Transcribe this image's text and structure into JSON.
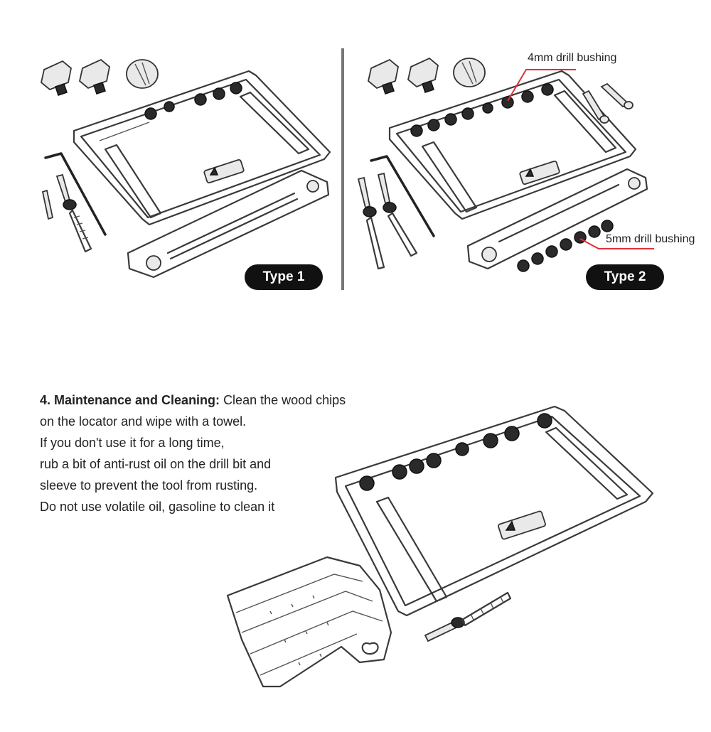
{
  "panels": {
    "type1": {
      "label": "Type 1"
    },
    "type2": {
      "label": "Type 2",
      "callout_4mm": "4mm drill bushing",
      "callout_5mm": "5mm drill bushing"
    }
  },
  "maintenance": {
    "heading": "4. Maintenance and Cleaning:",
    "lines": [
      "Clean the wood chips",
      "on the locator and wipe with a towel.",
      "If you don't use it for a long time,",
      "rub a bit of anti-rust oil on the drill bit and",
      "sleeve to prevent the tool from rusting.",
      "Do not use volatile oil, gasoline to clean it"
    ]
  },
  "colors": {
    "callout_line": "#e0303a",
    "pill_bg": "#111111",
    "divider": "#777777"
  }
}
